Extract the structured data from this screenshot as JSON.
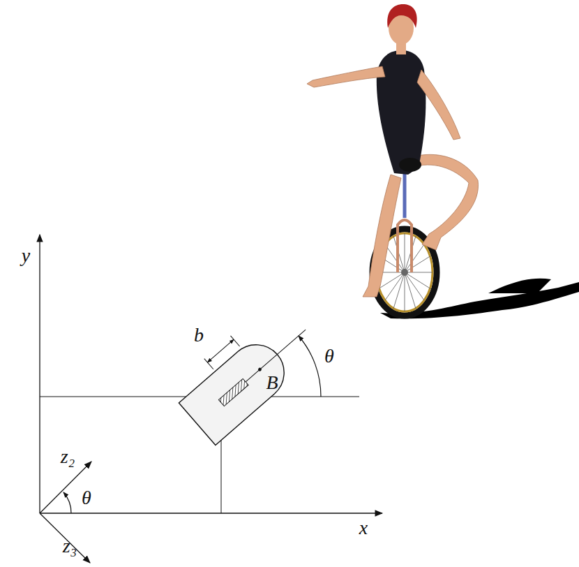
{
  "diagram": {
    "labels": [
      "y",
      "b",
      "B",
      "θ",
      "z₂",
      "θ",
      "x",
      "z₃"
    ]
  }
}
